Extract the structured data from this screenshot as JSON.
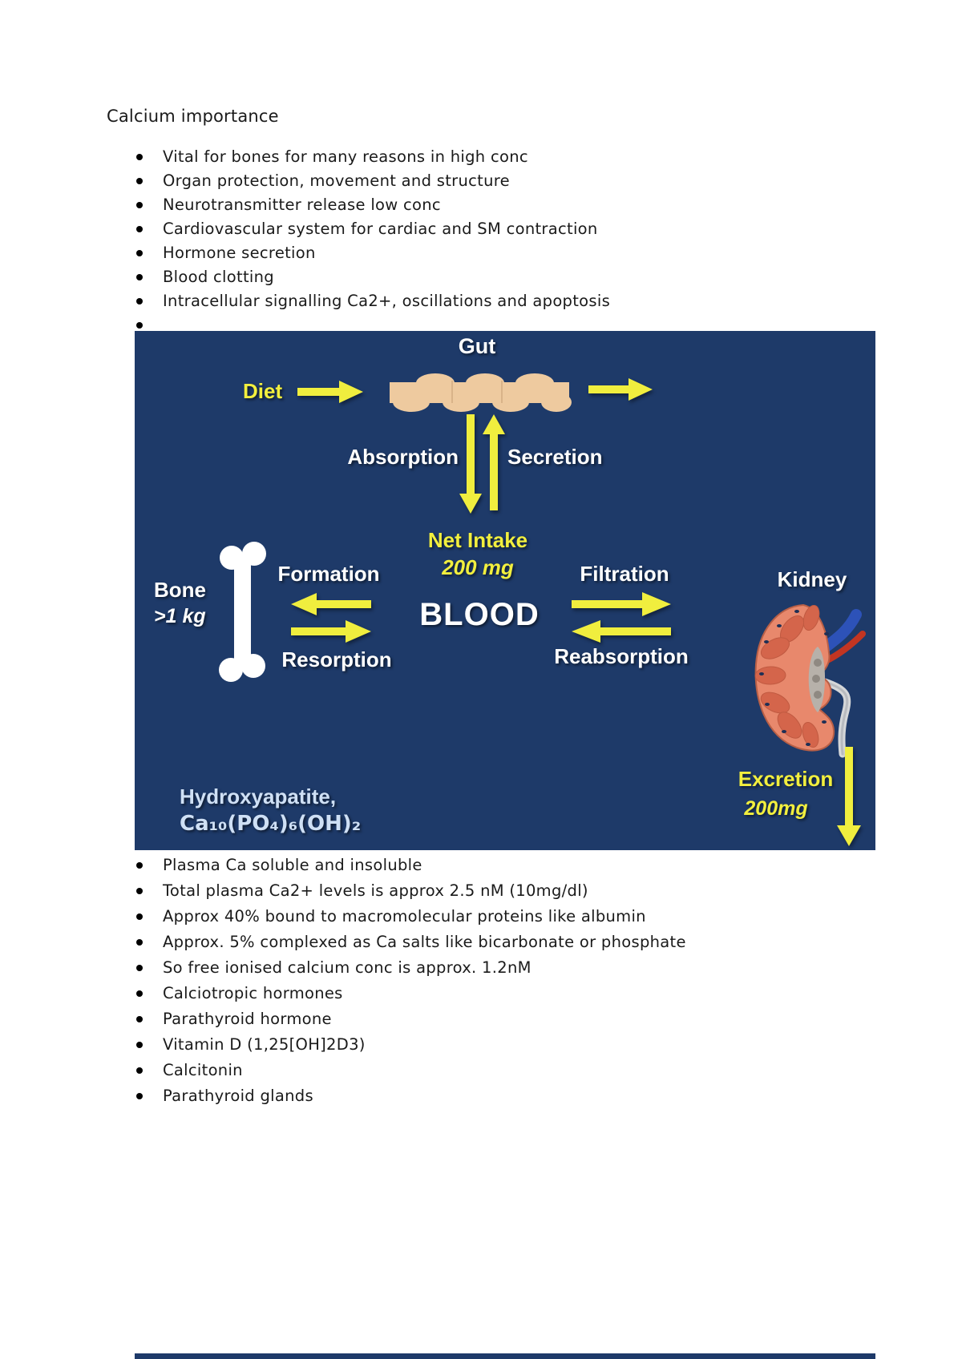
{
  "document": {
    "title": "Calcium importance",
    "bullets_top": [
      "Vital for bones for many reasons in high conc",
      "Organ protection, movement and structure",
      "Neurotransmitter release low conc",
      "Cardiovascular system for cardiac and SM contraction",
      "Hormone secretion",
      "Blood clotting",
      "Intracellular signalling Ca2+, oscillations and apoptosis",
      ""
    ],
    "bullets_bottom": [
      "Plasma Ca soluble and insoluble",
      "Total plasma Ca2+ levels is approx 2.5 nM (10mg/dl)",
      "Approx 40% bound to macromolecular proteins like albumin",
      "Approx. 5% complexed as Ca salts like bicarbonate or phosphate",
      "So free ionised calcium conc is approx. 1.2nM",
      "Calciotropic hormones",
      "Parathyroid hormone",
      "Vitamin D (1,25[OH]2D3)",
      "Calcitonin",
      "Parathyroid glands"
    ]
  },
  "diagram": {
    "gut_label": "Gut",
    "diet_label": "Diet",
    "absorption_label": "Absorption",
    "secretion_label": "Secretion",
    "net_intake_label": "Net Intake",
    "net_intake_value": "200 mg",
    "blood_label": "BLOOD",
    "bone_label": "Bone",
    "bone_mass": ">1 kg",
    "formation_label": "Formation",
    "resorption_label": "Resorption",
    "filtration_label": "Filtration",
    "reabsorption_label": "Reabsorption",
    "kidney_label": "Kidney",
    "excretion_label": "Excretion",
    "excretion_value": "200mg",
    "hydroxyapatite_label": "Hydroxyapatite,",
    "hydroxyapatite_formula": "Ca₁₀(PO₄)₆(OH)₂",
    "colors": {
      "slide_background": "#1e3a69",
      "arrow_yellow": "#f0ee3e",
      "label_white": "#ffffff",
      "accent_yellow": "#f2ef3e",
      "formula_light_blue": "#cfe0f5",
      "gut_tan": "#eeca9f",
      "kidney_coral": "#e8886c"
    }
  }
}
